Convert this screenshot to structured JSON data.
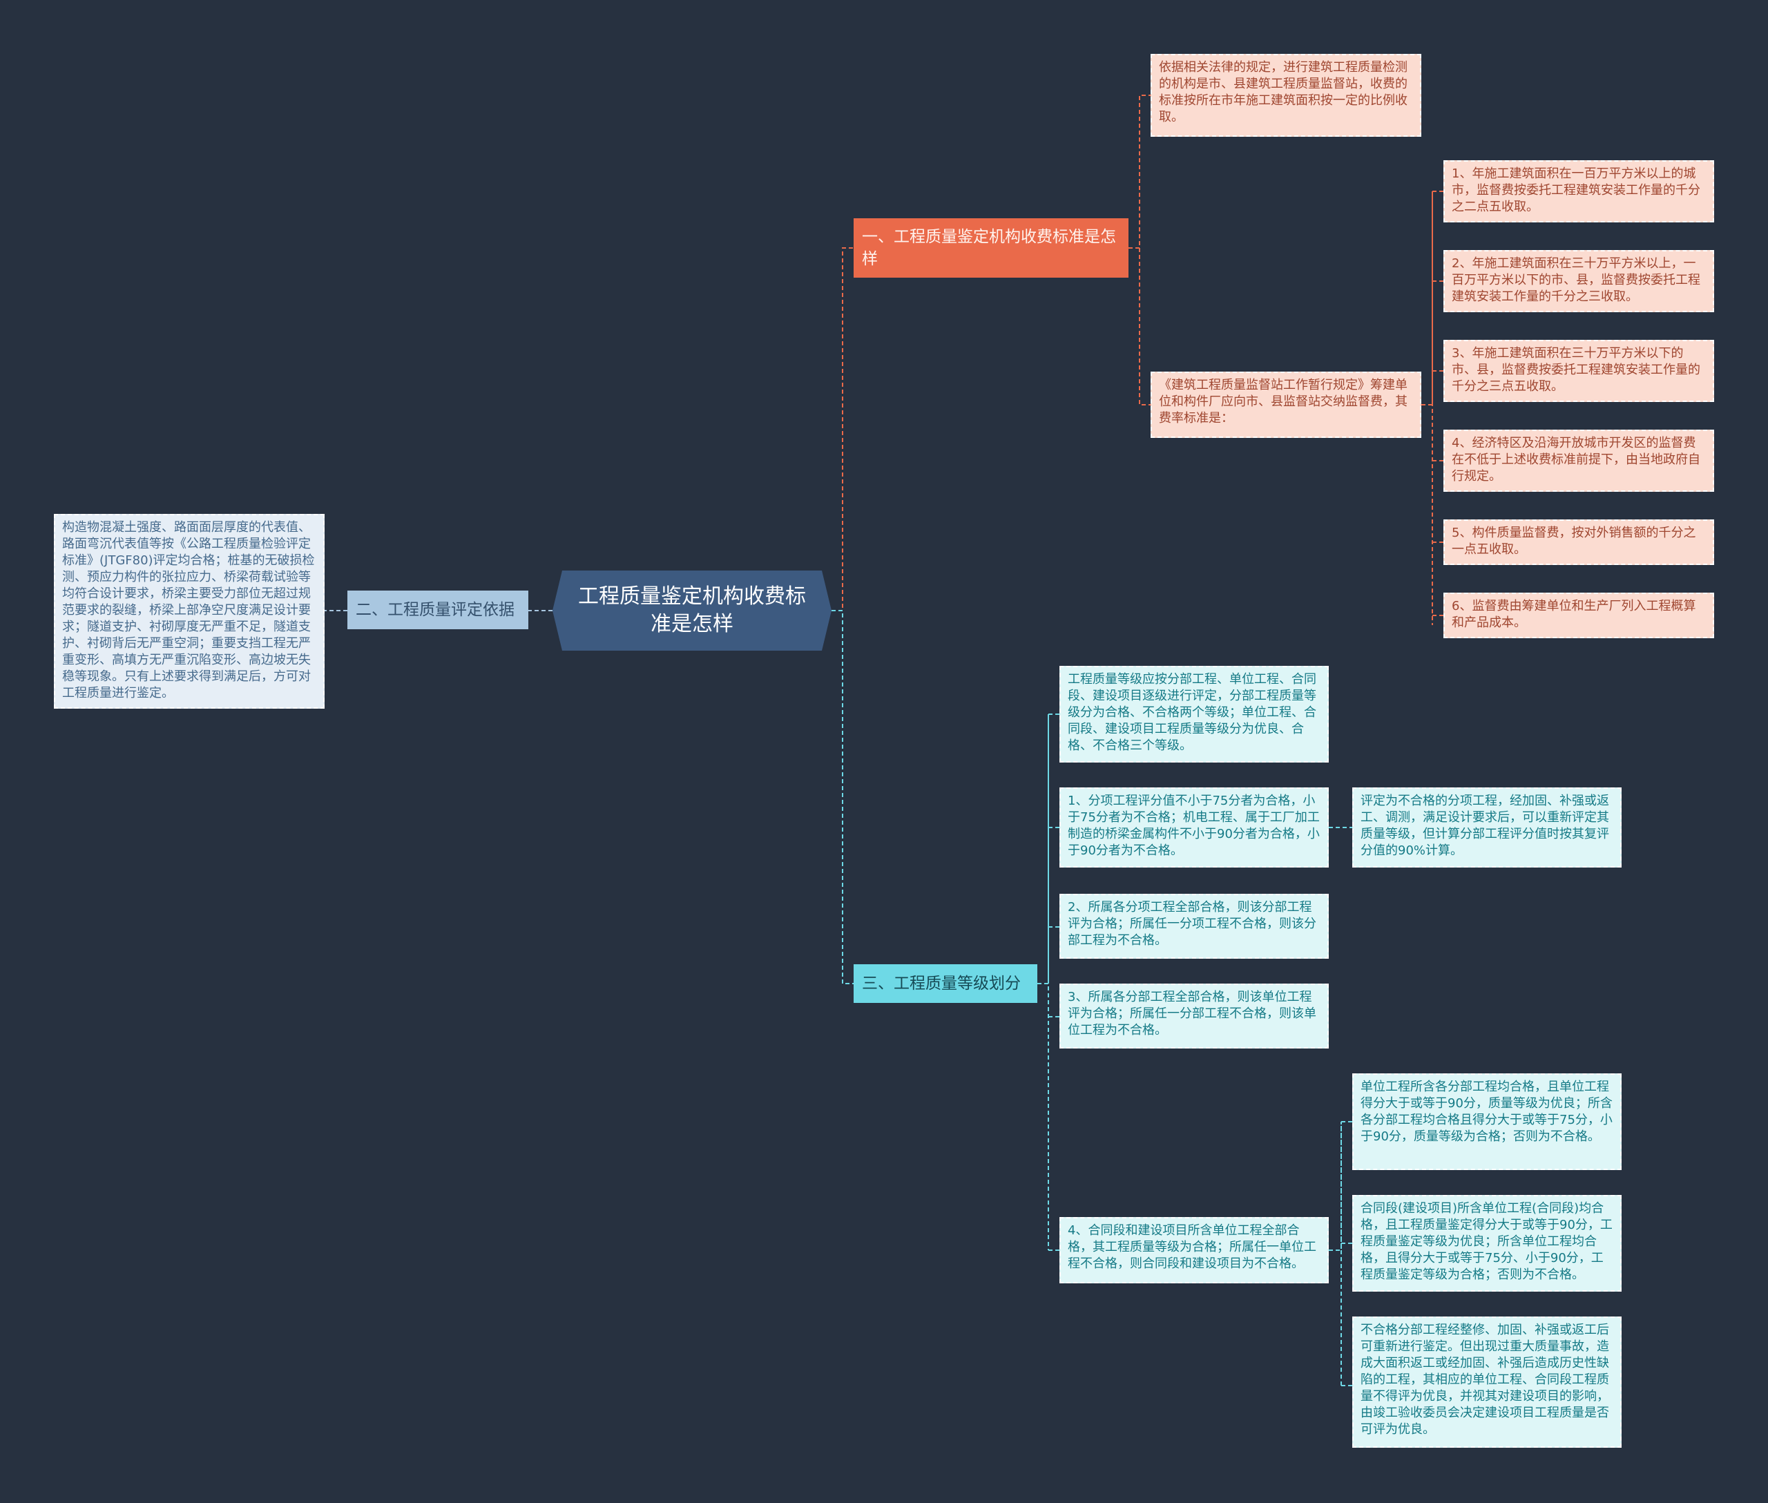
{
  "colors": {
    "background": "#273140",
    "root": "#3d5a80",
    "branch_red": "#ea6a4a",
    "branch_blue": "#a9c7e0",
    "branch_cyan": "#6ed9e6",
    "leaf_red": "#fbdcd1",
    "leaf_blue": "#e6eef6",
    "leaf_cyan": "#def6f7"
  },
  "root": {
    "label": "工程质量鉴定机构收费标准是怎样"
  },
  "branch1": {
    "label": "一、工程质量鉴定机构收费标准是怎样",
    "leaf_a": "依据相关法律的规定，进行建筑工程质量检测的机构是市、县建筑工程质量监督站，收费的标准按所在市年施工建筑面积按一定的比例收取。",
    "leaf_b": {
      "text": "《建筑工程质量监督站工作暂行规定》筹建单位和构件厂应向市、县监督站交纳监督费，其费率标准是：",
      "items": [
        "1、年施工建筑面积在一百万平方米以上的城市，监督费按委托工程建筑安装工作量的千分之二点五收取。",
        "2、年施工建筑面积在三十万平方米以上，一百万平方米以下的市、县，监督费按委托工程建筑安装工作量的千分之三收取。",
        "3、年施工建筑面积在三十万平方米以下的市、县，监督费按委托工程建筑安装工作量的千分之三点五收取。",
        "4、经济特区及沿海开放城市开发区的监督费在不低于上述收费标准前提下，由当地政府自行规定。",
        "5、构件质量监督费，按对外销售额的千分之一点五收取。",
        "6、监督费由筹建单位和生产厂列入工程概算和产品成本。"
      ]
    }
  },
  "branch2": {
    "label": "二、工程质量评定依据",
    "leaf": "构造物混凝土强度、路面面层厚度的代表值、路面弯沉代表值等按《公路工程质量检验评定标准》(JTGF80)评定均合格；桩基的无破损检测、预应力构件的张拉应力、桥梁荷载试验等均符合设计要求，桥梁主要受力部位无超过规范要求的裂缝，桥梁上部净空尺度满足设计要求；隧道支护、衬砌厚度无严重不足，隧道支护、衬砌背后无严重空洞；重要支挡工程无严重变形、高填方无严重沉陷变形、高边坡无失稳等现象。只有上述要求得到满足后，方可对工程质量进行鉴定。"
  },
  "branch3": {
    "label": "三、工程质量等级划分",
    "leaf_intro": "工程质量等级应按分部工程、单位工程、合同段、建设项目逐级进行评定，分部工程质量等级分为合格、不合格两个等级；单位工程、合同段、建设项目工程质量等级分为优良、合格、不合格三个等级。",
    "leaf_1": {
      "text": "1、分项工程评分值不小于75分者为合格，小于75分者为不合格；机电工程、属于工厂加工制造的桥梁金属构件不小于90分者为合格，小于90分者为不合格。",
      "child": "评定为不合格的分项工程，经加固、补强或返工、调测，满足设计要求后，可以重新评定其质量等级，但计算分部工程评分值时按其复评分值的90%计算。"
    },
    "leaf_2": "2、所属各分项工程全部合格，则该分部工程评为合格；所属任一分项工程不合格，则该分部工程为不合格。",
    "leaf_3": "3、所属各分部工程全部合格，则该单位工程评为合格；所属任一分部工程不合格，则该单位工程为不合格。",
    "leaf_4": {
      "text": "4、合同段和建设项目所含单位工程全部合格，其工程质量等级为合格；所属任一单位工程不合格，则合同段和建设项目为不合格。",
      "children": [
        "单位工程所含各分部工程均合格，且单位工程得分大于或等于90分，质量等级为优良；所含各分部工程均合格且得分大于或等于75分，小于90分，质量等级为合格；否则为不合格。",
        "合同段(建设项目)所含单位工程(合同段)均合格，且工程质量鉴定得分大于或等于90分，工程质量鉴定等级为优良；所含单位工程均合格，且得分大于或等于75分、小于90分，工程质量鉴定等级为合格；否则为不合格。",
        "不合格分部工程经整修、加固、补强或返工后可重新进行鉴定。但出现过重大质量事故，造成大面积返工或经加固、补强后造成历史性缺陷的工程，其相应的单位工程、合同段工程质量不得评为优良，并视其对建设项目的影响，由竣工验收委员会决定建设项目工程质量是否可评为优良。"
      ]
    }
  }
}
